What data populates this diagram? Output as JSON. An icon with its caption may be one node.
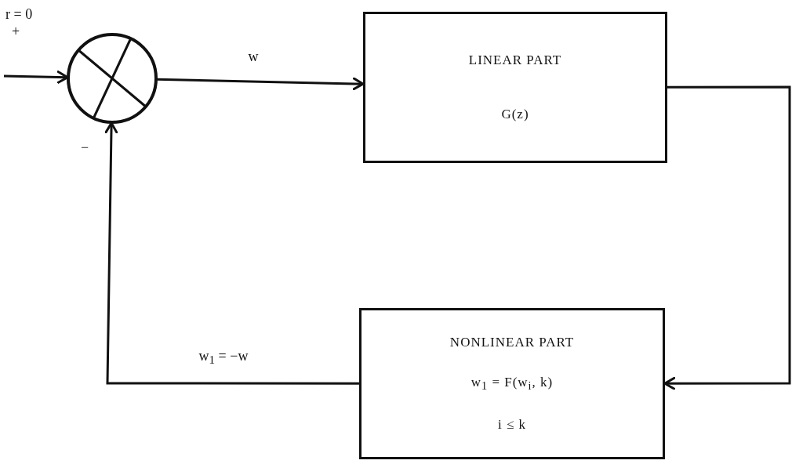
{
  "diagram": {
    "nodes": [
      {
        "text": [],
        "shape": "circle"
      },
      {
        "text": [
          "LINEAR PART",
          "G(z)"
        ]
      },
      {
        "text": [
          "NONLINEAR PART",
          "w$_{1}$ = F(w$_{i}$, k)",
          "i ≤ k"
        ]
      }
    ],
    "edges": [
      {
        "from": null,
        "to": 0,
        "arrow": "to"
      },
      {
        "from": 0,
        "to": 1,
        "arrow": "to",
        "label": "w"
      },
      {
        "from": 1,
        "to": 2,
        "arrow": "to"
      },
      {
        "from": 2,
        "to": 0,
        "arrow": "to",
        "label": "w$_{1}$ = −w"
      }
    ],
    "labels": [
      "r = 0",
      "+",
      "−"
    ]
  }
}
